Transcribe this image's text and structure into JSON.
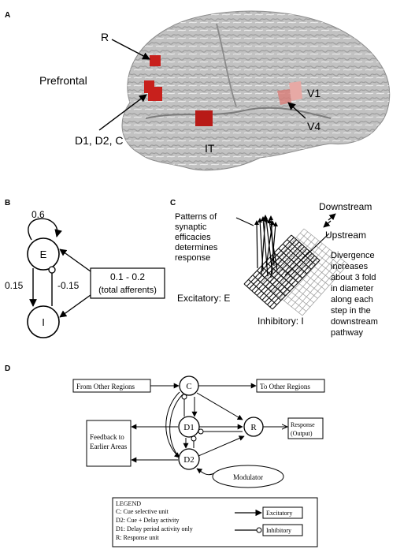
{
  "panel_a": {
    "letter": "A",
    "labels": {
      "r": "R",
      "prefrontal": "Prefrontal",
      "d1d2c": "D1, D2, C",
      "it": "IT",
      "v1": "V1",
      "v4": "V4"
    },
    "colors": {
      "brain": "#bdbdbd",
      "region": "#c8201c",
      "region_light": "#e7a9a5"
    }
  },
  "panel_b": {
    "letter": "B",
    "e": "E",
    "i": "I",
    "w_self": "0.6",
    "w_ei": "0.15",
    "w_ie": "-0.15",
    "afferent_range": "0.1 - 0.2",
    "afferent_note": "(total afferents)"
  },
  "panel_c": {
    "letter": "C",
    "patterns": [
      "Patterns of",
      "synaptic",
      "efficacies",
      "determines",
      "response"
    ],
    "downstream": "Downstream",
    "upstream": "Upstream",
    "divergence": [
      "Divergence",
      "increases",
      "about 3 fold",
      "in diameter",
      "along each",
      "step in the",
      "downstream",
      "pathway"
    ],
    "excitatory": "Excitatory: E",
    "inhibitory": "Inhibitory: I"
  },
  "panel_d": {
    "letter": "D",
    "from_other": "From Other Regions",
    "to_other": "To Other Regions",
    "feedback": [
      "Feedback to",
      "Earlier Areas"
    ],
    "c": "C",
    "d1": "D1",
    "d2": "D2",
    "r": "R",
    "response": [
      "Response",
      "(Output)"
    ],
    "modulator": "Modulator",
    "legend_title": "LEGEND",
    "legend_items": [
      "C:   Cue selective unit",
      "D2: Cue + Delay activity",
      "D1: Delay period activity only",
      "R:   Response unit"
    ],
    "excitatory": "Excitatory",
    "inhibitory": "Inhibitory"
  }
}
